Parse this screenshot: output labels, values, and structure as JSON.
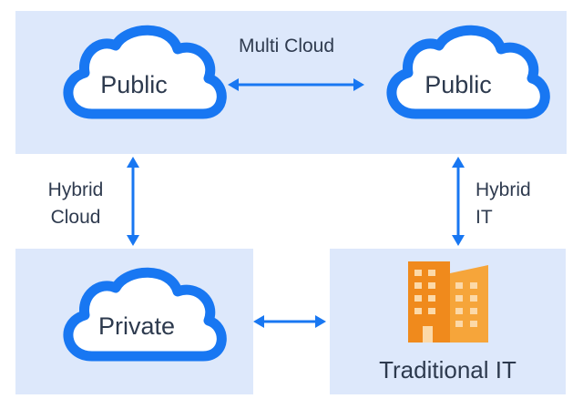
{
  "nodes": {
    "public_left": {
      "label": "Public"
    },
    "public_right": {
      "label": "Public"
    },
    "private": {
      "label": "Private"
    },
    "traditional_it": {
      "label": "Traditional IT"
    }
  },
  "connections": {
    "multi_cloud": {
      "label": "Multi Cloud"
    },
    "hybrid_cloud": {
      "label_line1": "Hybrid",
      "label_line2": "Cloud"
    },
    "hybrid_it": {
      "label_line1": "Hybrid",
      "label_line2": "IT"
    }
  },
  "colors": {
    "panel_background": "#dde8fb",
    "cloud_stroke": "#1877f2",
    "arrow": "#1877f2",
    "text": "#2d3a4e",
    "building_primary": "#f08a1c",
    "building_secondary": "#f6a53a",
    "building_windows": "#fcd9a8"
  },
  "icons": {
    "cloud": "cloud-icon",
    "building": "office-building-icon"
  }
}
